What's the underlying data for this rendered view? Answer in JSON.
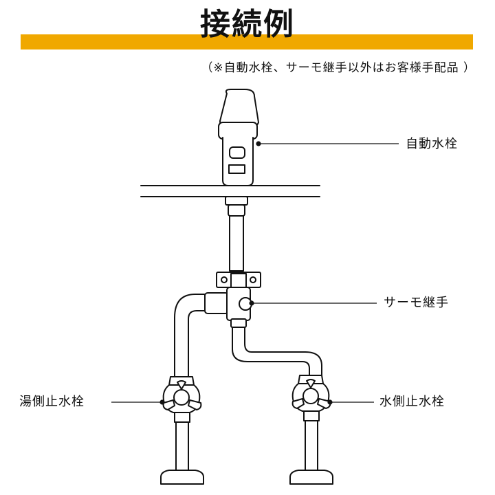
{
  "title": "接続例",
  "note": "（※自動水栓、サーモ継手以外はお客様手配品 ）",
  "labels": {
    "faucet": "自動水栓",
    "thermo_joint": "サーモ継手",
    "hot_valve": "湯側止水栓",
    "cold_valve": "水側止水栓"
  },
  "colors": {
    "accent_bar": "#F0A800",
    "line": "#111111",
    "fill": "#ffffff"
  }
}
